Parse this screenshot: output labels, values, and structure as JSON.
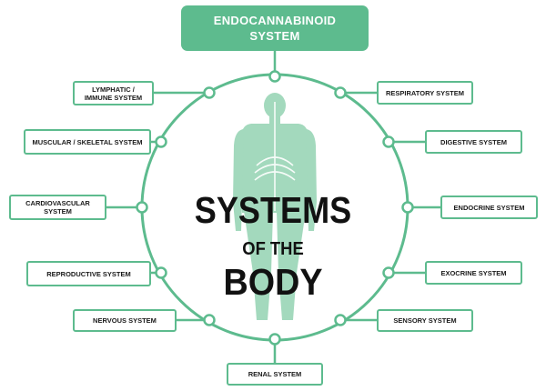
{
  "colors": {
    "accent": "#5dbb8e",
    "figure": "#a3d9bd",
    "text": "#111111",
    "box_background": "#ffffff"
  },
  "header": {
    "line_1": "ENDOCANNABINOID",
    "line_2": "SYSTEM"
  },
  "center": {
    "line_1": "SYSTEMS",
    "line_2": "OF THE",
    "line_3": "BODY"
  },
  "systems": {
    "lymphatic_immune": "LYMPHATIC / IMMUNE SYSTEM",
    "muscular_skeletal": "MUSCULAR / SKELETAL SYSTEM",
    "cardiovascular": "CARDIOVASCULAR SYSTEM",
    "reproductive": "REPRODUCTIVE SYSTEM",
    "nervous": "NERVOUS SYSTEM",
    "renal": "RENAL SYSTEM",
    "sensory": "SENSORY SYSTEM",
    "exocrine": "EXOCRINE SYSTEM",
    "endocrine": "ENDOCRINE SYSTEM",
    "digestive": "DIGESTIVE SYSTEM",
    "respiratory": "RESPIRATORY SYSTEM"
  }
}
